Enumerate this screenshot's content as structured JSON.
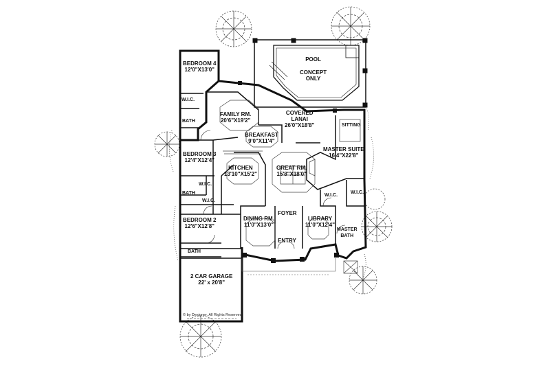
{
  "plan": {
    "pool": {
      "name": "POOL",
      "note_line1": "CONCEPT",
      "note_line2": "ONLY"
    },
    "bedroom4": {
      "name": "BEDROOM 4",
      "dims": "12'0\"X13'0\""
    },
    "family_room": {
      "name": "FAMILY RM.",
      "dims": "20'6\"X19'2\""
    },
    "covered_lanai": {
      "name_line1": "COVERED",
      "name_line2": "LANAI",
      "dims": "26'0\"X18'8\""
    },
    "sitting": {
      "name": "SITTING"
    },
    "master_suite": {
      "name": "MASTER SUITE",
      "dims": "16'4\"X22'8\""
    },
    "breakfast": {
      "name": "BREAKFAST",
      "dims": "9'0\"X11'4\""
    },
    "bedroom3": {
      "name": "BEDROOM 3",
      "dims": "12'4\"X12'4\""
    },
    "kitchen": {
      "name": "KITCHEN",
      "dims": "13'10\"X15'2\""
    },
    "great_room": {
      "name": "GREAT RM.",
      "dims": "15'8\"X18'0\""
    },
    "wic_labels": [
      "W.I.C.",
      "W.I.C.",
      "W.I.C.",
      "W.I.C.",
      "W.I.C."
    ],
    "bath_labels": [
      "BATH",
      "BATH",
      "BATH"
    ],
    "bedroom2": {
      "name": "BEDROOM 2",
      "dims": "12'6\"X12'8\""
    },
    "dining_room": {
      "name": "DINING RM.",
      "dims": "11'0\"X13'0\""
    },
    "foyer": {
      "name": "FOYER"
    },
    "library": {
      "name": "LIBRARY",
      "dims": "11'0\"X12'4\""
    },
    "master_bath": {
      "name_line1": "MASTER",
      "name_line2": "BATH"
    },
    "entry": {
      "name": "ENTRY"
    },
    "garage": {
      "name": "2 CAR GARAGE",
      "dims": "22' x 20'8\""
    },
    "copyright": "© by Designer, All Rights Reserved"
  }
}
